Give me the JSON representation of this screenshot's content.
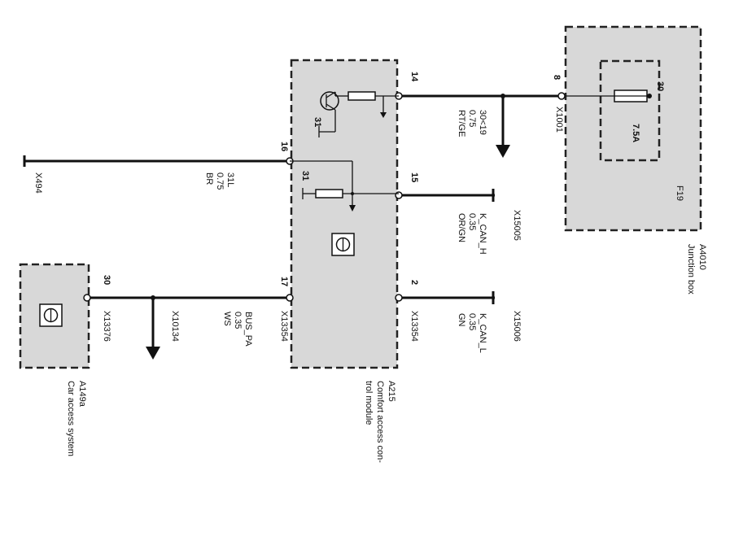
{
  "modules": {
    "a215": {
      "id": "A215",
      "name_line1": "Comfort access con-",
      "name_line2": "trol module"
    },
    "a4010": {
      "id": "A4010",
      "name": "Junction box"
    },
    "a149a": {
      "id": "A149a",
      "name": "Car access system"
    }
  },
  "fuse": {
    "id": "F19",
    "rating": "7.5A",
    "pin": "30"
  },
  "pins": {
    "p14": "14",
    "p15": "15",
    "p2": "2",
    "p16": "16",
    "p17": "17",
    "p30": "30",
    "p8": "8",
    "p31a": "31",
    "p31b": "31"
  },
  "connectors": {
    "x1001": "X1001",
    "x15005": "X15005",
    "x15006": "X15006",
    "x13354_top": "X13354",
    "x13354_bottom": "X13354",
    "x494": "X494",
    "x10134": "X10134",
    "x13376": "X13376"
  },
  "wires": {
    "w14": [
      "30<19",
      "0.75",
      "RT/GE"
    ],
    "w15": [
      "K_CAN_H",
      "0.35",
      "OR/GN"
    ],
    "w2": [
      "K_CAN_L",
      "0.35",
      "GN"
    ],
    "w16": [
      "31L",
      "0.75",
      "BR"
    ],
    "w17": [
      "BUS_PA",
      "0.35",
      "WS"
    ]
  }
}
